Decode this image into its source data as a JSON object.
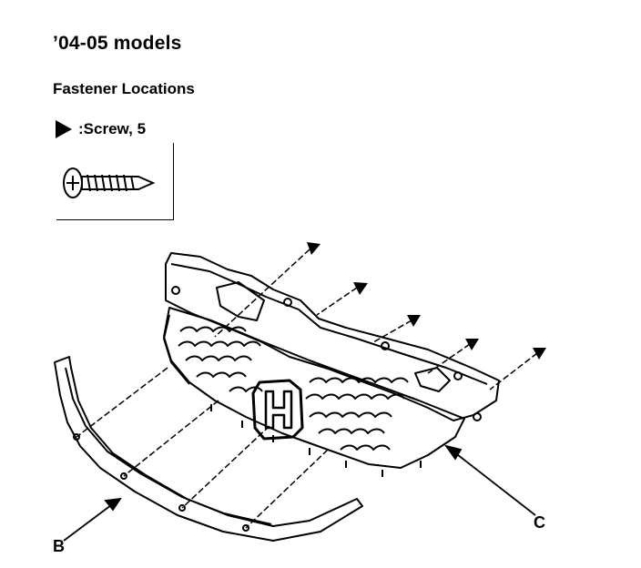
{
  "title": "’04-05 models",
  "subtitle": "Fastener Locations",
  "legend": {
    "symbol": "arrow-triangle-icon",
    "text": ":Screw, 5"
  },
  "callouts": {
    "b": "B",
    "c": "C"
  }
}
